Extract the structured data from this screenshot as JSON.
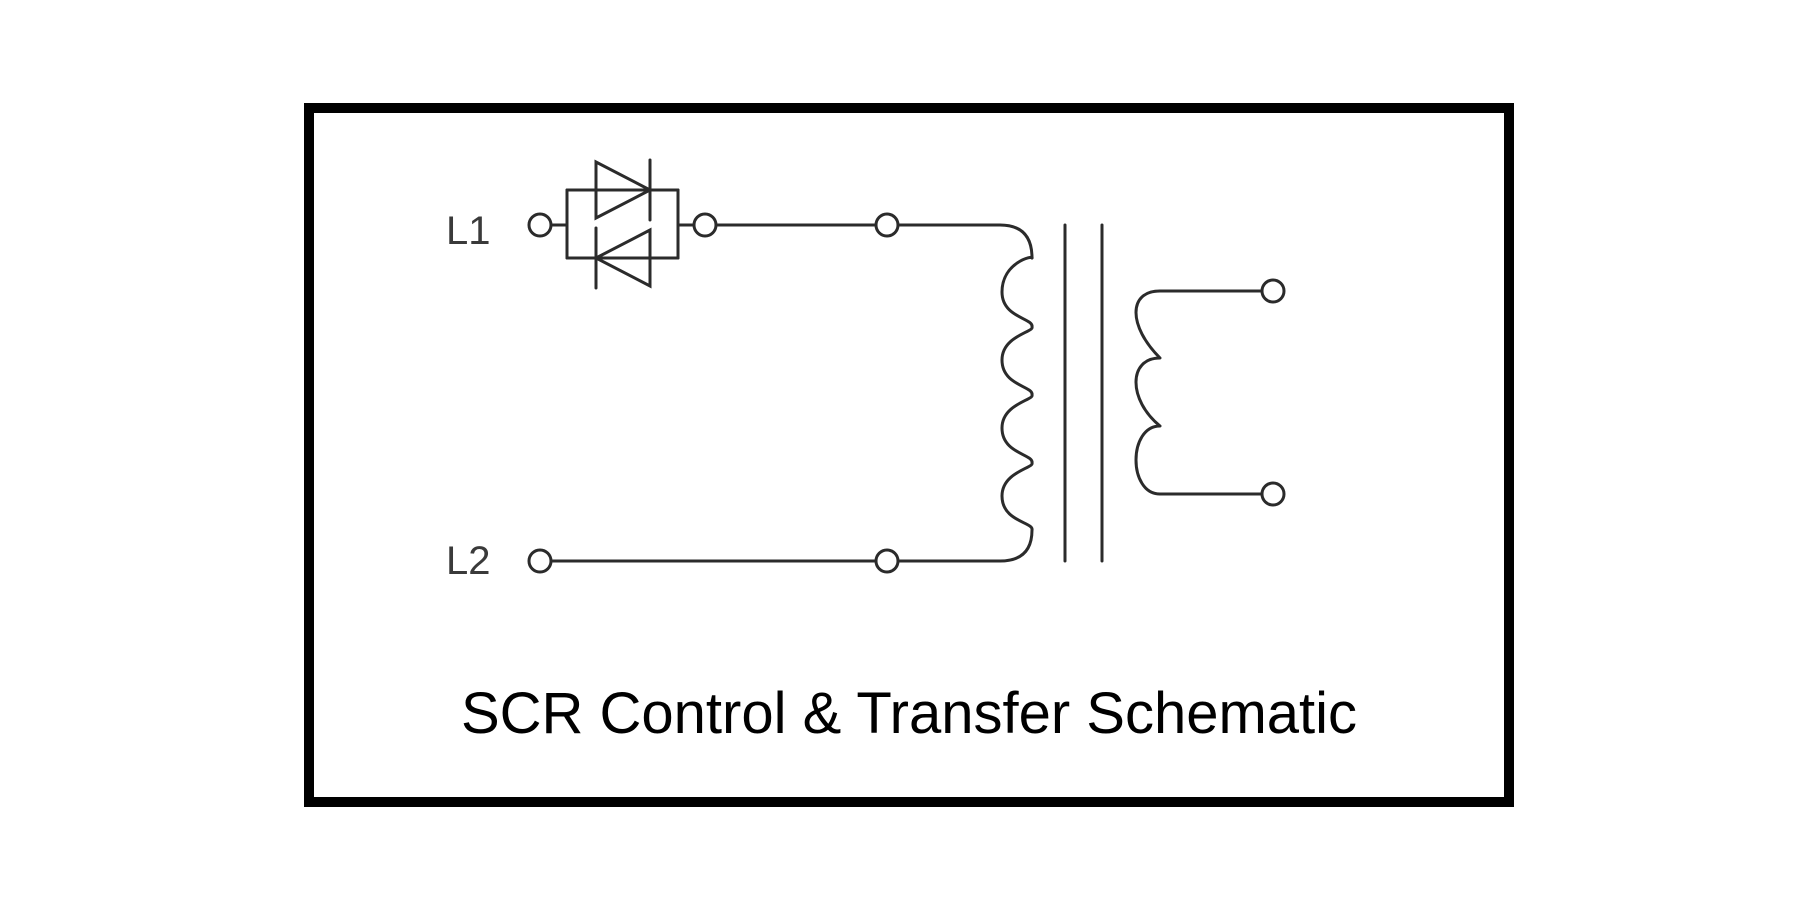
{
  "labels": {
    "line1": "L1",
    "line2": "L2"
  },
  "caption": "SCR Control & Transfer Schematic",
  "components": {
    "thyristor_pair": "antiparallel-scr-icon",
    "transformer": "transformer-icon"
  },
  "colors": {
    "frame": "#000000",
    "wire": "#2b2b2b",
    "label": "#3a3a3a"
  }
}
